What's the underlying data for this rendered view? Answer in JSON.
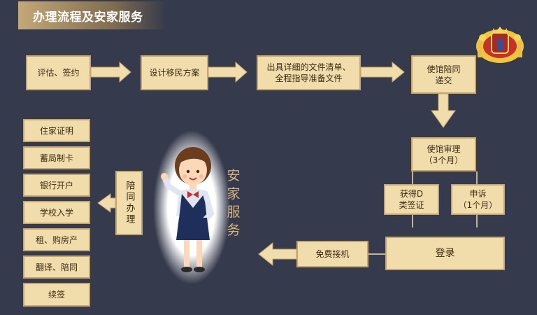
{
  "title": "办理流程及安家服务",
  "steps": {
    "assess": "评估、签约",
    "design": "设计移民方案",
    "docs_line1": "出具详细的文件清单、",
    "docs_line2": "全程指导准备文件",
    "embassy_line1": "使馆陪同",
    "embassy_line2": "递交",
    "review_line1": "使馆审理",
    "review_line2": "（3个月）",
    "visa_line1": "获得D",
    "visa_line2": "类签证",
    "appeal_line1": "申诉",
    "appeal_line2": "（1个月）",
    "landing": "登录",
    "pickup": "免费接机",
    "accompany": "陪同办理"
  },
  "service_label": "安家服务",
  "services": [
    "住家证明",
    "蓄局制卡",
    "银行开户",
    "学校入学",
    "租、购房产",
    "翻译、陪同",
    "续签"
  ],
  "colors": {
    "background": "#353a4c",
    "box_fill": "#f1dcab",
    "box_border": "#c7a66d",
    "accent": "#d7b57e"
  }
}
